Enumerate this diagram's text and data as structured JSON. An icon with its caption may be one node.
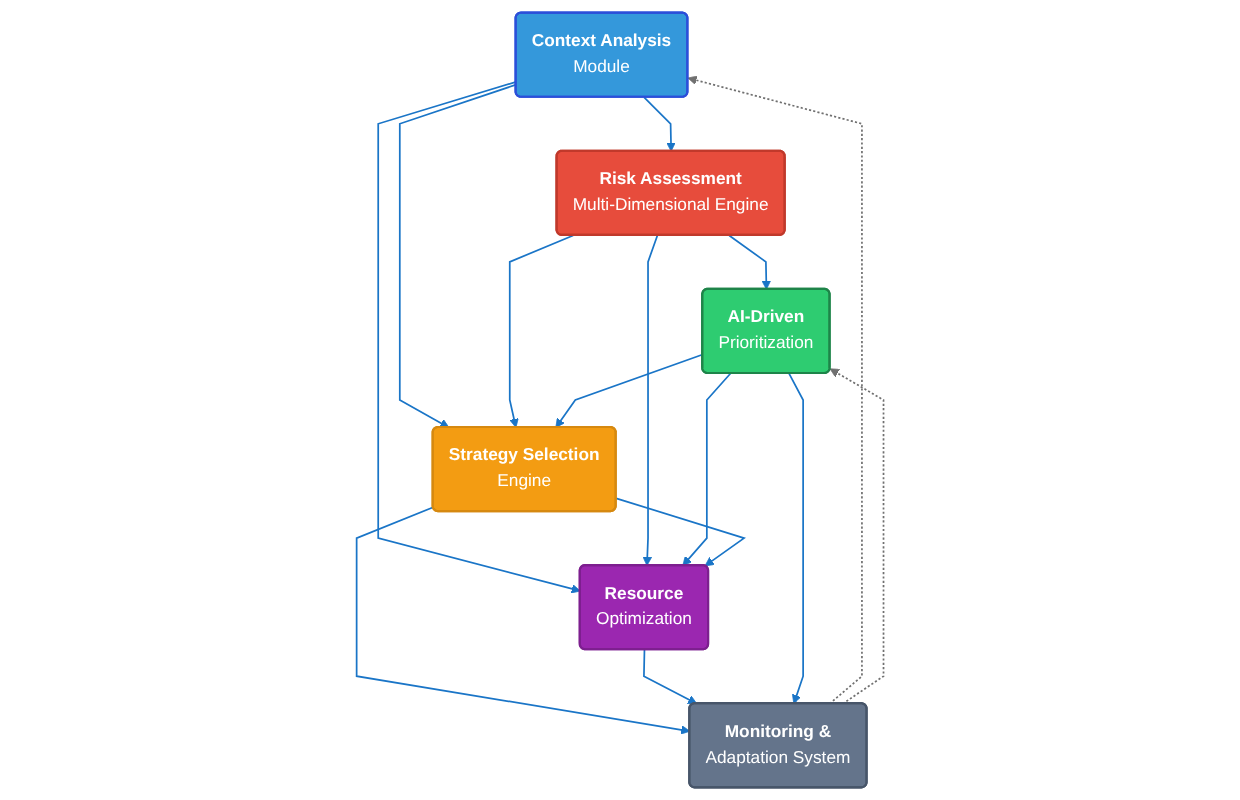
{
  "diagram": {
    "nodes": [
      {
        "text": [
          "Context Analysis",
          "Module"
        ]
      },
      {
        "text": [
          "Risk Assessment",
          "Multi-Dimensional Engine"
        ]
      },
      {
        "text": [
          "AI-Driven",
          "Prioritization"
        ]
      },
      {
        "text": [
          "Strategy Selection",
          "Engine"
        ]
      },
      {
        "text": [
          "Resource",
          "Optimization"
        ]
      },
      {
        "text": [
          "Monitoring &",
          "Adaptation System"
        ]
      }
    ],
    "edges": [
      {
        "from": 0,
        "to": 1,
        "arrow": "to"
      },
      {
        "from": 1,
        "to": 2,
        "arrow": "to"
      },
      {
        "from": 0,
        "to": 3,
        "arrow": "to"
      },
      {
        "from": 0,
        "to": 4,
        "arrow": "to"
      },
      {
        "from": 1,
        "to": 3,
        "arrow": "to"
      },
      {
        "from": 1,
        "to": 4,
        "arrow": "to"
      },
      {
        "from": 2,
        "to": 3,
        "arrow": "to"
      },
      {
        "from": 2,
        "to": 4,
        "arrow": "to"
      },
      {
        "from": 3,
        "to": 4,
        "arrow": "to"
      },
      {
        "from": 3,
        "to": 5,
        "arrow": "to"
      },
      {
        "from": 4,
        "to": 5,
        "arrow": "to"
      },
      {
        "from": 2,
        "to": 5,
        "arrow": "to"
      },
      {
        "from": 5,
        "to": 0,
        "arrow": "to",
        "style": "dashed",
        "color": "#707070"
      },
      {
        "from": 5,
        "to": 2,
        "arrow": "to",
        "style": "dashed",
        "color": "#707070"
      }
    ]
  }
}
